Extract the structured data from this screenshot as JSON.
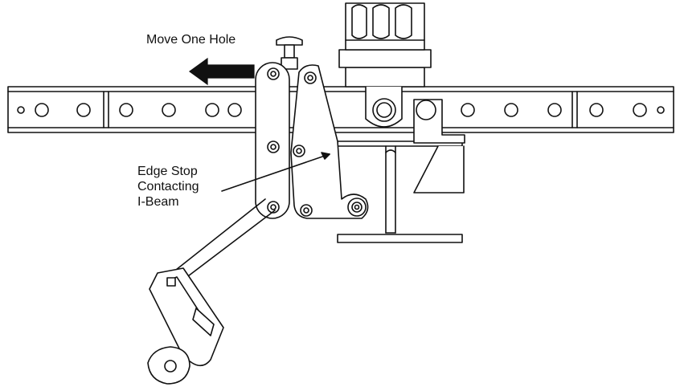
{
  "labels": {
    "move_one_hole": "Move One Hole",
    "edge_stop_line1": "Edge Stop",
    "edge_stop_line2": "Contacting",
    "edge_stop_line3": "I-Beam"
  },
  "colors": {
    "line": "#111111",
    "background": "#ffffff",
    "arrow_fill": "#111111"
  }
}
